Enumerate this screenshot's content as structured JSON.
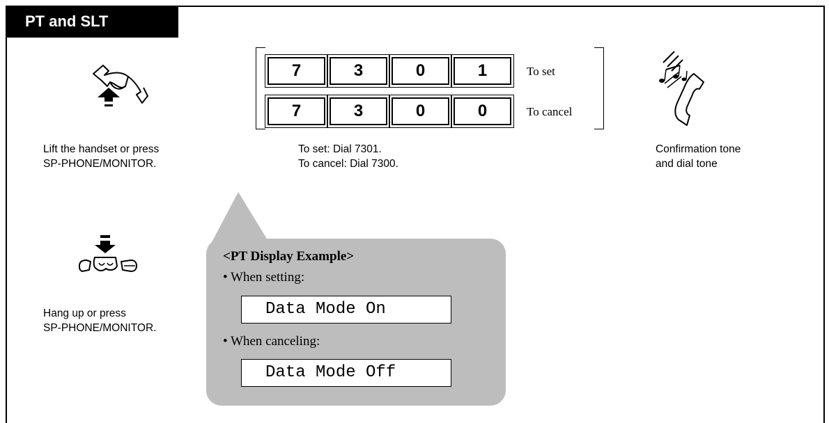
{
  "section": {
    "title": "PT and SLT"
  },
  "steps": {
    "offhook_caption_line1": "Lift the handset or press",
    "offhook_caption_line2": "SP-PHONE/MONITOR.",
    "dial_caption_line1": "To set: Dial 7301.",
    "dial_caption_line2": "To cancel: Dial 7300.",
    "tone_caption_line1": "Confirmation tone",
    "tone_caption_line2": "and dial tone",
    "onhook_caption_line1": "Hang up or press",
    "onhook_caption_line2": "SP-PHONE/MONITOR."
  },
  "dial": {
    "set_row": {
      "keys": [
        "7",
        "3",
        "0",
        "1"
      ],
      "label": "To set"
    },
    "cancel_row": {
      "keys": [
        "7",
        "3",
        "0",
        "0"
      ],
      "label": "To cancel"
    }
  },
  "display_example": {
    "title": "<PT Display Example>",
    "setting_label": "• When setting:",
    "setting_display": "Data Mode On",
    "canceling_label": "• When canceling:",
    "canceling_display": "Data Mode Off"
  },
  "icons": {
    "offhook": "handset-lift-icon",
    "tone": "ringing-handset-icon",
    "onhook": "handset-hangup-icon"
  },
  "colors": {
    "tab_background": "#000000",
    "callout_background": "#bdbdbd"
  }
}
